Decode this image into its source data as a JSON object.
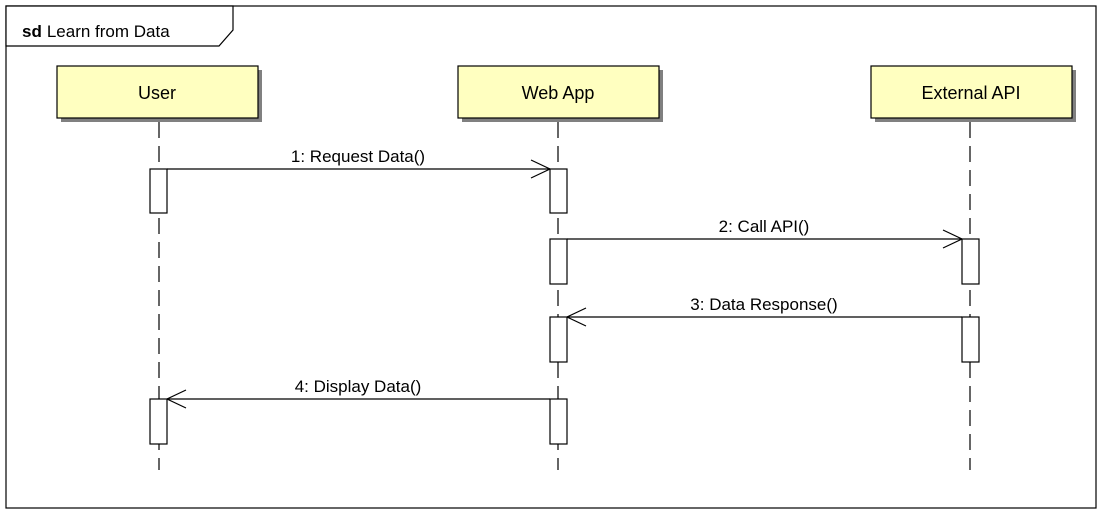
{
  "frame": {
    "keyword": "sd",
    "name": "Learn from Data"
  },
  "lifelines": [
    {
      "id": "user",
      "label": "User"
    },
    {
      "id": "webapp",
      "label": "Web App"
    },
    {
      "id": "api",
      "label": "External API"
    }
  ],
  "messages": [
    {
      "label": "1: Request Data()",
      "from": "user",
      "to": "webapp"
    },
    {
      "label": "2: Call API()",
      "from": "webapp",
      "to": "api"
    },
    {
      "label": "3: Data Response()",
      "from": "api",
      "to": "webapp"
    },
    {
      "label": "4: Display Data()",
      "from": "webapp",
      "to": "user"
    }
  ],
  "colors": {
    "lifeline_head_fill": "#ffffc0",
    "stroke": "#000000",
    "background": "#ffffff"
  }
}
